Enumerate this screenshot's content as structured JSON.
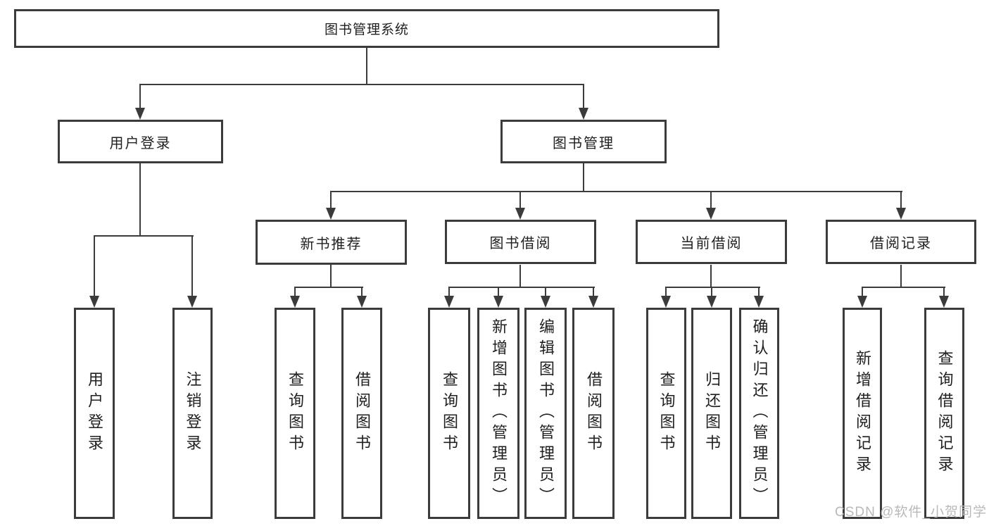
{
  "title": "图书管理系统",
  "watermark": "CSDN @软件_小贺同学",
  "colors": {
    "line": "#3b3b3b",
    "text": "#1f1f1f",
    "watermark": "#b9b9b9",
    "background": "#ffffff"
  },
  "tree": {
    "root": {
      "label": "图书管理系统"
    },
    "children": [
      {
        "label": "用户登录",
        "children": [
          {
            "label": "用户登录"
          },
          {
            "label": "注销登录"
          }
        ]
      },
      {
        "label": "图书管理",
        "children": [
          {
            "label": "新书推荐",
            "children": [
              {
                "label": "查询图书"
              },
              {
                "label": "借阅图书"
              }
            ]
          },
          {
            "label": "图书借阅",
            "children": [
              {
                "label": "查询图书"
              },
              {
                "label": "新增图书（管理员）"
              },
              {
                "label": "编辑图书（管理员）"
              },
              {
                "label": "借阅图书"
              }
            ]
          },
          {
            "label": "当前借阅",
            "children": [
              {
                "label": "查询图书"
              },
              {
                "label": "归还图书"
              },
              {
                "label": "确认归还（管理员）"
              }
            ]
          },
          {
            "label": "借阅记录",
            "children": [
              {
                "label": "新增借阅记录"
              },
              {
                "label": "查询借阅记录"
              }
            ]
          }
        ]
      }
    ]
  }
}
